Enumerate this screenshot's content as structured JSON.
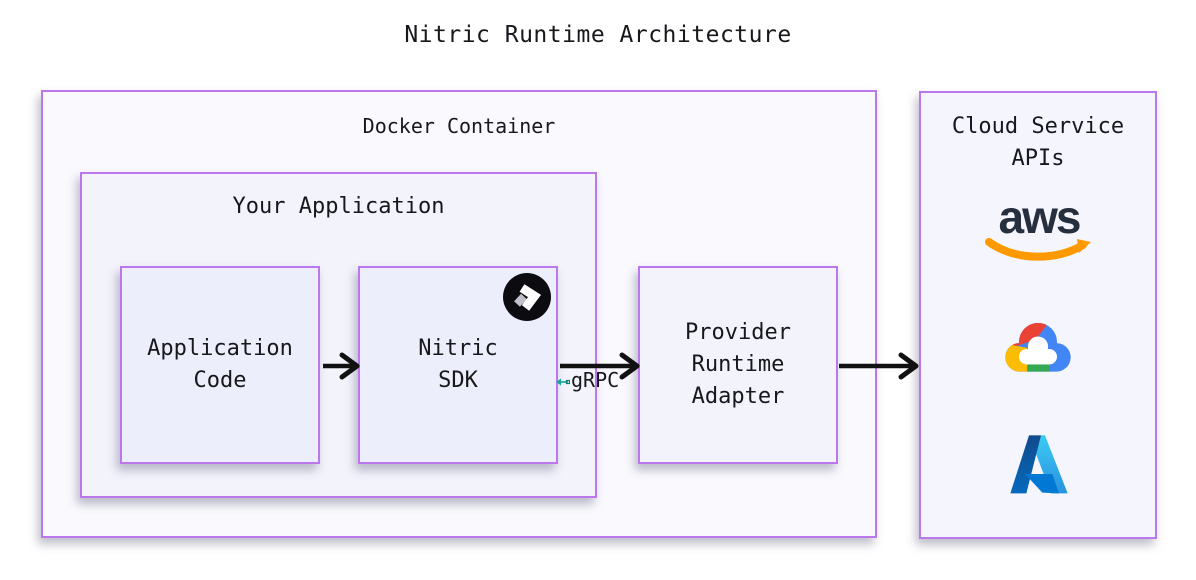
{
  "title": "Nitric Runtime Architecture",
  "docker_container": {
    "label": "Docker Container"
  },
  "your_application": {
    "label": "Your Application"
  },
  "application_code": {
    "label": "Application\nCode"
  },
  "nitric_sdk": {
    "label": "Nitric\nSDK"
  },
  "provider_runtime_adapter": {
    "label": "Provider\nRuntime\nAdapter"
  },
  "cloud_service_apis": {
    "label": "Cloud Service\nAPIs",
    "providers": [
      "AWS",
      "Google Cloud",
      "Azure"
    ]
  },
  "grpc": {
    "label": "gRPC"
  },
  "aws_logo_text": "aws",
  "colors": {
    "border_purple": "#bb77ec",
    "docker_fill": "#f9f9fe",
    "mid_fill": "#f3f3fc",
    "inner_fill": "#edeefb",
    "arrow_black": "#111111",
    "grpc_teal": "#14a79d",
    "aws_navy": "#252f3e",
    "aws_orange": "#ff9900"
  }
}
